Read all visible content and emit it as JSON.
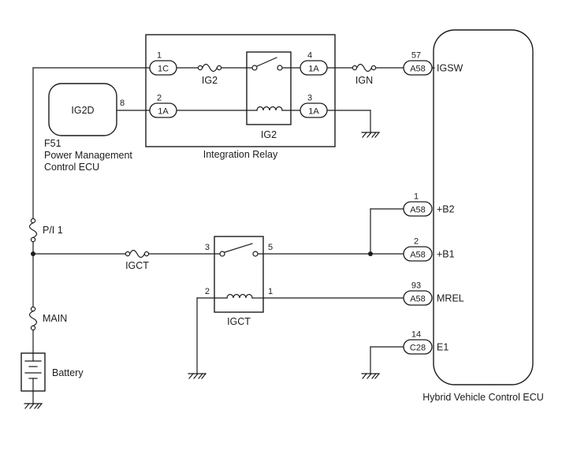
{
  "diagram": {
    "f51_ecu": {
      "code": "F51",
      "name_line1": "Power Management",
      "name_line2": "Control ECU",
      "connector": "IG2D",
      "pin": "8"
    },
    "integration_relay": {
      "label": "Integration Relay",
      "relay_label": "IG2",
      "pin1": {
        "num": "1",
        "name": "1C"
      },
      "pin2": {
        "num": "2",
        "name": "1A"
      },
      "pin4": {
        "num": "4",
        "name": "1A"
      },
      "pin3": {
        "num": "3",
        "name": "1A"
      }
    },
    "fuses": {
      "ig2": "IG2",
      "ign": "IGN",
      "igct": "IGCT"
    },
    "fusible_links": {
      "pi1": "P/I 1",
      "main": "MAIN"
    },
    "igct_relay": {
      "label": "IGCT",
      "pin3": "3",
      "pin5": "5",
      "pin2": "2",
      "pin1": "1"
    },
    "battery": {
      "label": "Battery"
    },
    "hv_ecu": {
      "label": "Hybrid Vehicle Control ECU",
      "pins": [
        {
          "num": "57",
          "connector": "A58",
          "signal": "IGSW"
        },
        {
          "num": "1",
          "connector": "A58",
          "signal": "+B2"
        },
        {
          "num": "2",
          "connector": "A58",
          "signal": "+B1"
        },
        {
          "num": "93",
          "connector": "A58",
          "signal": "MREL"
        },
        {
          "num": "14",
          "connector": "C28",
          "signal": "E1"
        }
      ]
    }
  }
}
